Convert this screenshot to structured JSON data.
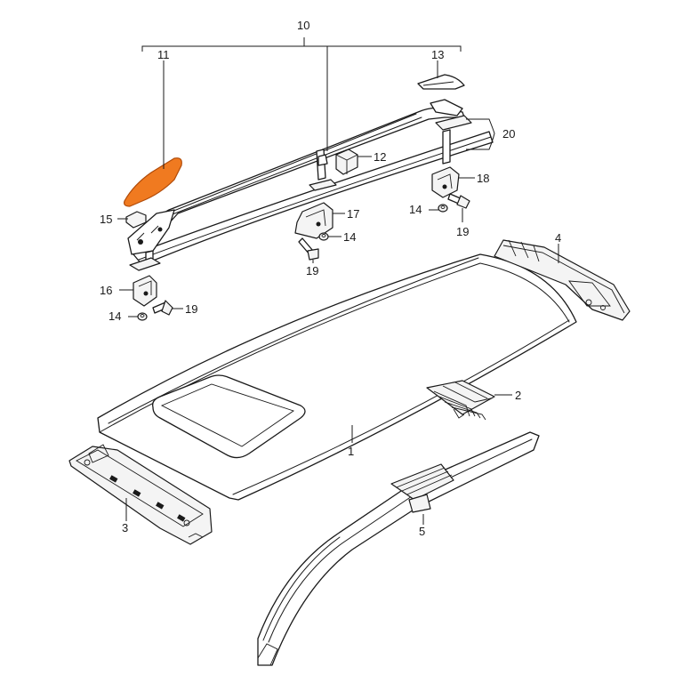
{
  "colors": {
    "highlight": "#f07a20",
    "highlight_stroke": "#b04a08",
    "line": "#1a1a1a",
    "background": "#ffffff"
  },
  "callouts": {
    "c1": "1",
    "c2": "2",
    "c3": "3",
    "c4": "4",
    "c5": "5",
    "c10": "10",
    "c11": "11",
    "c12": "12",
    "c13": "13",
    "c14a": "14",
    "c14b": "14",
    "c14c": "14",
    "c15": "15",
    "c16": "16",
    "c17": "17",
    "c18": "18",
    "c19a": "19",
    "c19b": "19",
    "c19c": "19",
    "c20": "20"
  },
  "highlighted_part": "11"
}
